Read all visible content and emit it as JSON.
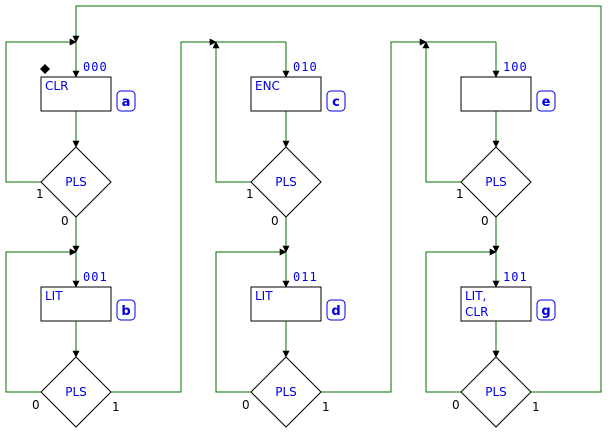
{
  "states": [
    {
      "id": "a",
      "code": "000",
      "outputs": [
        "CLR"
      ]
    },
    {
      "id": "b",
      "code": "001",
      "outputs": [
        "LIT"
      ]
    },
    {
      "id": "c",
      "code": "010",
      "outputs": [
        "ENC"
      ]
    },
    {
      "id": "d",
      "code": "011",
      "outputs": [
        "LIT"
      ]
    },
    {
      "id": "e",
      "code": "100",
      "outputs": []
    },
    {
      "id": "g",
      "code": "101",
      "outputs": [
        "LIT,",
        "CLR"
      ]
    }
  ],
  "decisions": [
    {
      "after": "a",
      "condition": "PLS",
      "true_label": "1",
      "false_label": "0"
    },
    {
      "after": "b",
      "condition": "PLS",
      "true_label": "1",
      "false_label": "0"
    },
    {
      "after": "c",
      "condition": "PLS",
      "true_label": "1",
      "false_label": "0"
    },
    {
      "after": "d",
      "condition": "PLS",
      "true_label": "1",
      "false_label": "0"
    },
    {
      "after": "e",
      "condition": "PLS",
      "true_label": "1",
      "false_label": "0"
    },
    {
      "after": "g",
      "condition": "PLS",
      "true_label": "1",
      "false_label": "0"
    }
  ],
  "colors": {
    "flow": "#007000",
    "text": "#0000e0",
    "outline": "#000000"
  }
}
